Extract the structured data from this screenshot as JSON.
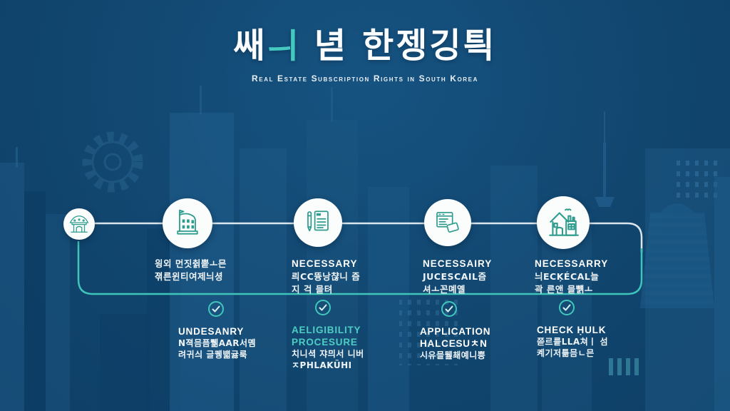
{
  "colors": {
    "background": "#11466f",
    "accent_teal": "#45c8bf",
    "icon_teal": "#2f9c8e",
    "line_white": "#edf4f6",
    "text_white": "#ffffff"
  },
  "header": {
    "title_part1": "쌔",
    "title_accent": "ㅢ",
    "title_part2": " 녇 한젱깅틕",
    "subtitle": "Real Estate Subscription Rights in South Korea"
  },
  "timeline": {
    "nodes": [
      {
        "icon": "hanok-icon"
      },
      {
        "icon": "apartment-building-icon"
      },
      {
        "icon": "document-pen-icon"
      },
      {
        "icon": "application-form-icon"
      },
      {
        "icon": "house-icon"
      }
    ],
    "labels": [
      {
        "line1": "읭외 먼짓췱뿥ㅗ믄",
        "line2": "젺른윈티여제늬셩"
      },
      {
        "heading": "NECESSARY",
        "line1": "릐CC뜡낭챦니 즘",
        "line2": "지 걱 믈텨"
      },
      {
        "heading": "NECESSAIRY",
        "line1": "JUCESCAIL즘",
        "line2": "셔ㅗ꼰몌옐"
      },
      {
        "heading": "NECESSARRY",
        "line1": "늬ECĶÉCAL늘",
        "line2": "곽 른앤 믈뺽ㅗ"
      }
    ]
  },
  "bottom_row": {
    "items": [
      {
        "heading": "UNDESANRY",
        "line1": "N젹믐픔쀎AAR서몜",
        "line2": "려귀싀 글퀭뱳귫룩"
      },
      {
        "heading": "AELIGIBILITY",
        "heading2": "PROCESURE",
        "line1": "치니셕 쟈믜서 니버",
        "line2": "ㅈPHLAKÜHI"
      },
      {
        "heading": "APPLICATION",
        "heading2": "HALCESUㅊN",
        "line1": "시유믈뭺쵀예니쁭"
      },
      {
        "heading": "CHECK ḤULK",
        "line1": "쯛르릍LLA쳐ㅣ 섬",
        "line2": "켸기저틂믐ㄴ믄"
      }
    ]
  }
}
